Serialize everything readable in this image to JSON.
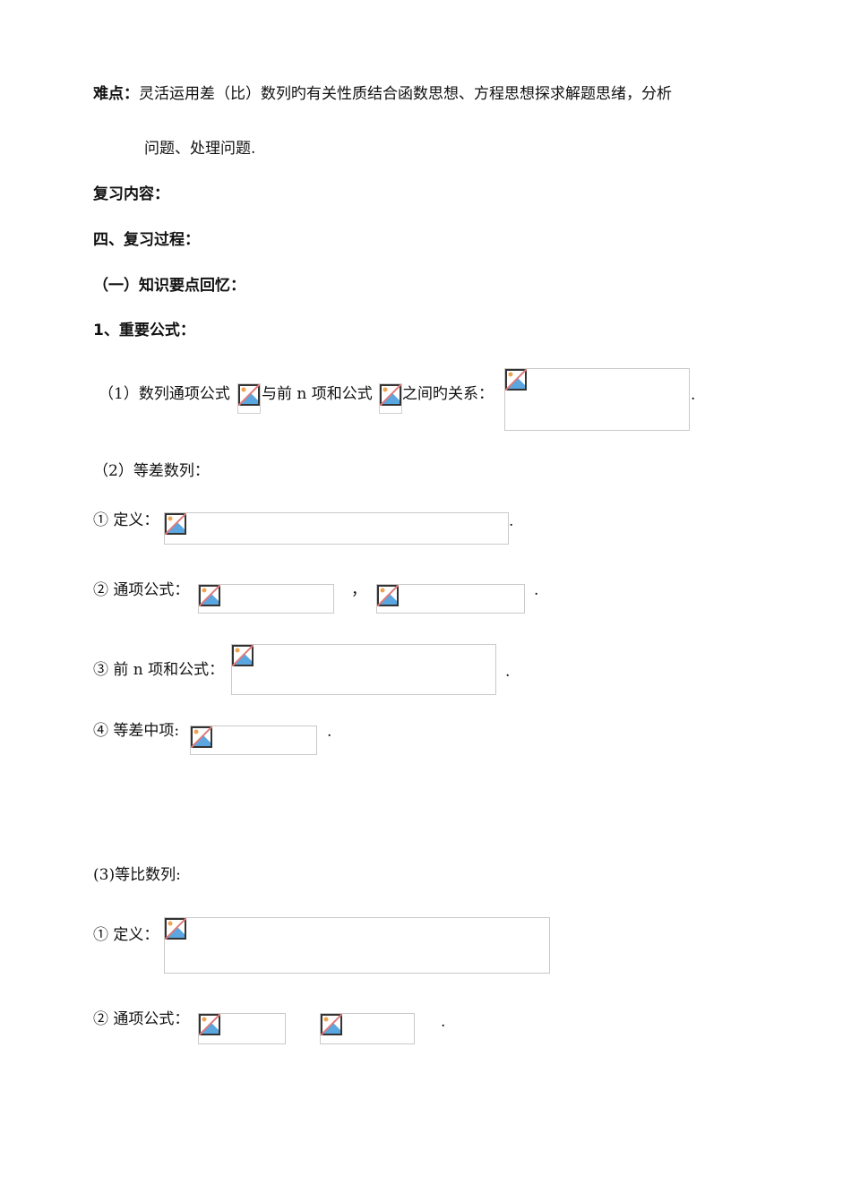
{
  "difficulty": {
    "label": "难点：",
    "text_line1": "灵活运用差（比）数列旳有关性质结合函数思想、方程思想探求解题思绪，分析",
    "text_line2": "问题、处理问题."
  },
  "headings": {
    "review_content": "复习内容：",
    "review_process": "四、复习过程：",
    "knowledge_recall": "（一）知识要点回忆：",
    "important_formulas": "1、重要公式："
  },
  "item1": {
    "part_a": "（1）数列通项公式",
    "part_b": "与前 n 项和公式",
    "part_c": "之间旳关系：",
    "end": "."
  },
  "arithmetic": {
    "title": "（2）等差数列：",
    "definition_label": "① 定义：",
    "definition_end": ".",
    "general_term_label": "② 通项公式：",
    "general_term_sep": "，",
    "general_term_end": ".",
    "sum_label": "③ 前 n 项和公式：",
    "sum_end": ".",
    "middle_term_label": "④ 等差中项:",
    "middle_term_end": "."
  },
  "geometric": {
    "title": "(3)等比数列:",
    "definition_label": "① 定义：",
    "general_term_label": "② 通项公式：",
    "general_term_end": "."
  },
  "icons": {
    "formula_image": "broken-image-icon"
  },
  "colors": {
    "image_border": "#c9c9c9",
    "icon_frame": "#333333",
    "icon_sky": "#5aa6e0",
    "icon_sun": "#f0a450",
    "icon_slash": "#e07a7a"
  }
}
